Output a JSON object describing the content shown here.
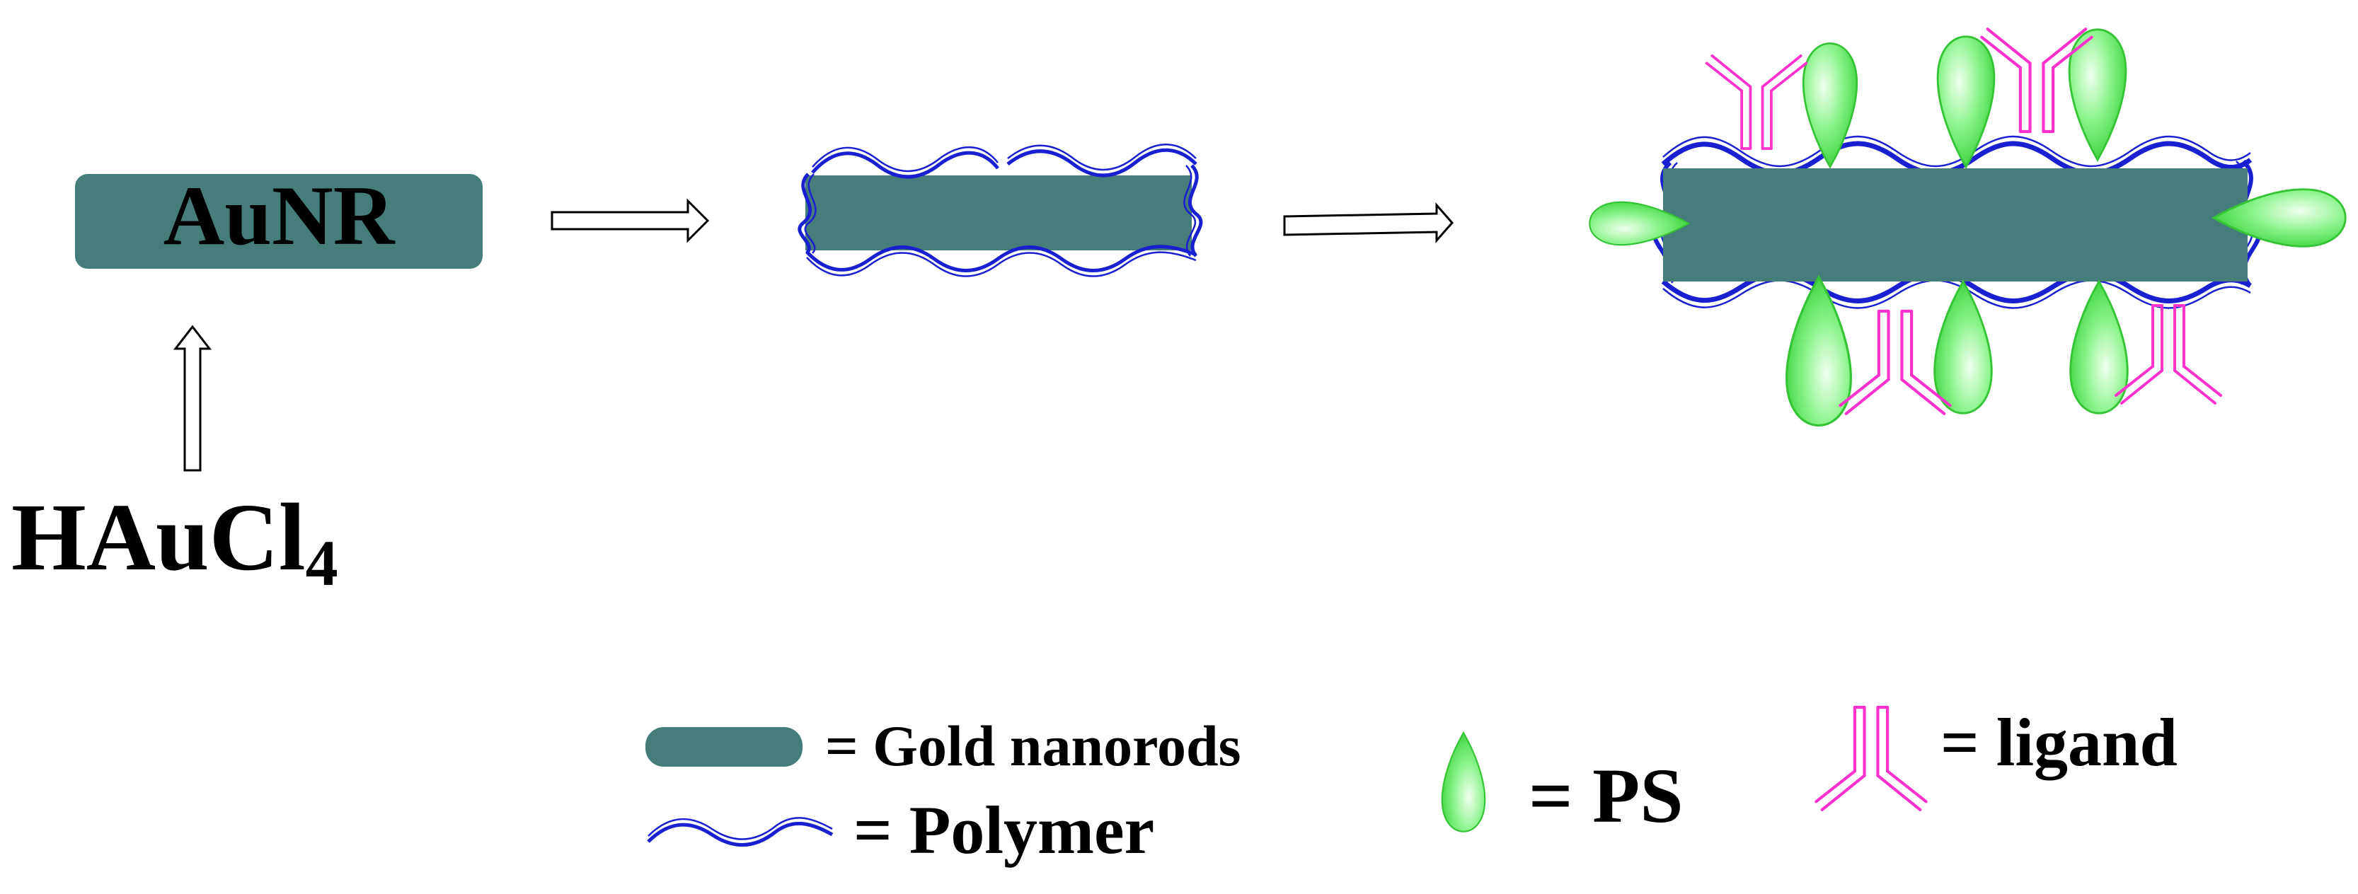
{
  "labels": {
    "aunr": "AuNR",
    "precursor_main": "HAuCl",
    "precursor_sub": "4"
  },
  "legend": {
    "gold": "= Gold nanorods",
    "polymer": "= Polymer",
    "ps": "= PS",
    "ligand": "= ligand"
  },
  "colors": {
    "rod": "#457d7b",
    "polymer": "#1a1fd0",
    "ps_fill": "#7cf07c",
    "ps_light": "#e9ffe9",
    "ps_dark": "#2ecc2e",
    "ligand": "#ff33cc",
    "arrow": "#000000"
  }
}
